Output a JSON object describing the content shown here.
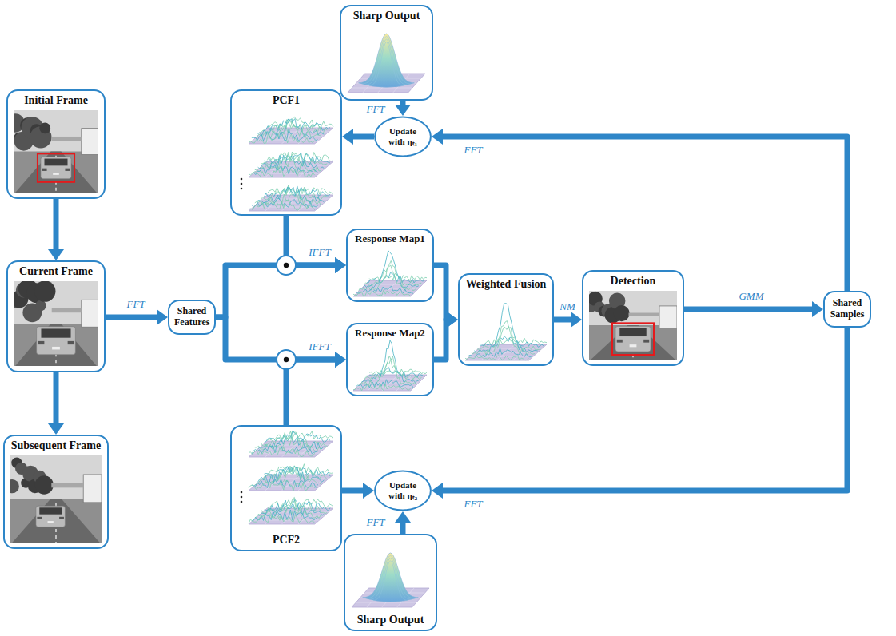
{
  "diagram": {
    "nodes": [
      {
        "text": [
          "Initial Frame"
        ]
      },
      {
        "text": [
          "Current Frame"
        ]
      },
      {
        "text": [
          "Subsequent Frame"
        ]
      },
      {
        "text": [
          "Shared Features"
        ]
      },
      {
        "text": [
          "PCF1"
        ]
      },
      {
        "text": [
          "Sharp Output"
        ]
      },
      {
        "text": [
          "Update with ηₜ₁"
        ]
      },
      {
        "text": [
          "Response Map1"
        ]
      },
      {
        "text": [
          "Response Map2"
        ]
      },
      {
        "text": [
          "PCF2"
        ]
      },
      {
        "text": [
          "Update with ηₜ₂"
        ]
      },
      {
        "text": [
          "Sharp Output"
        ]
      },
      {
        "text": [
          "Weighted Fusion"
        ]
      },
      {
        "text": [
          "Detection"
        ]
      },
      {
        "text": [
          "Shared Samples"
        ]
      }
    ],
    "edges": [
      {
        "from": 0,
        "to": 1,
        "arrow": "to"
      },
      {
        "from": 1,
        "to": 2,
        "arrow": "to"
      },
      {
        "from": 1,
        "to": 3,
        "arrow": "to",
        "label": "FFT"
      },
      {
        "from": 3,
        "to": 7,
        "arrow": "to",
        "label": "IFFT"
      },
      {
        "from": 4,
        "to": 7,
        "arrow": "to"
      },
      {
        "from": 3,
        "to": 8,
        "arrow": "to",
        "label": "IFFT"
      },
      {
        "from": 9,
        "to": 8,
        "arrow": "to"
      },
      {
        "from": 7,
        "to": 12,
        "arrow": "to"
      },
      {
        "from": 8,
        "to": 12,
        "arrow": "to"
      },
      {
        "from": 12,
        "to": 13,
        "arrow": "to",
        "label": "NM"
      },
      {
        "from": 13,
        "to": 14,
        "arrow": "to",
        "label": "GMM"
      },
      {
        "from": 14,
        "to": 6,
        "arrow": "to",
        "label": "FFT"
      },
      {
        "from": 14,
        "to": 10,
        "arrow": "to",
        "label": "FFT"
      },
      {
        "from": 5,
        "to": 6,
        "arrow": "to",
        "label": "FFT"
      },
      {
        "from": 6,
        "to": 4,
        "arrow": "to"
      },
      {
        "from": 9,
        "to": 10,
        "arrow": "to"
      },
      {
        "from": 11,
        "to": 10,
        "arrow": "to",
        "label": "FFT"
      }
    ]
  }
}
